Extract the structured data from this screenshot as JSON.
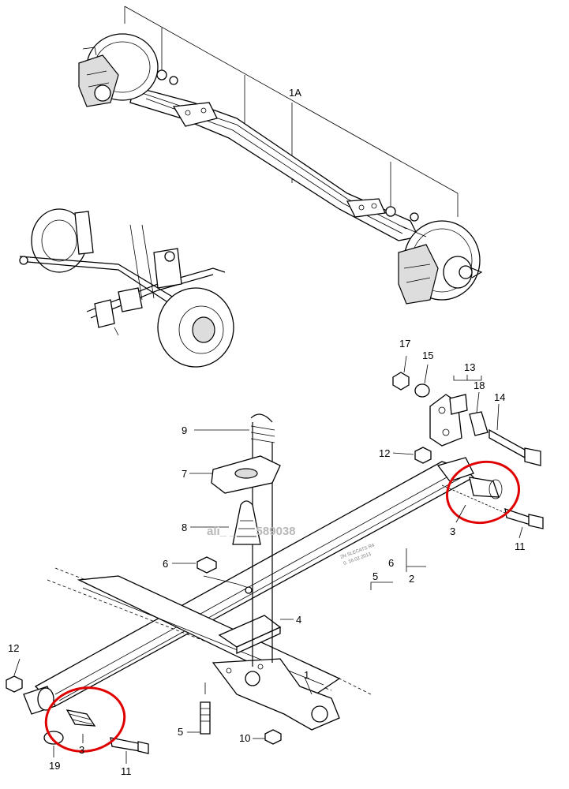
{
  "labels": {
    "l1A": "1A",
    "l1": "1",
    "l2": "2",
    "l3a": "3",
    "l3b": "3",
    "l4": "4",
    "l5a": "5",
    "l5b": "5",
    "l6a": "6",
    "l6b": "6",
    "l7": "7",
    "l8": "8",
    "l9": "9",
    "l10": "10",
    "l11a": "11",
    "l11b": "11",
    "l12a": "12",
    "l12b": "12",
    "l13": "13",
    "l14": "14",
    "l15": "15",
    "l17": "17",
    "l18": "18",
    "l19": "19"
  },
  "watermark": "ali_  ____589038",
  "stamp_lines": [
    "2N SLECATS R4",
    "0. 16.02.2013"
  ],
  "colors": {
    "highlight": "#e00000",
    "line": "#000000",
    "watermark": "#b8b8b8"
  }
}
